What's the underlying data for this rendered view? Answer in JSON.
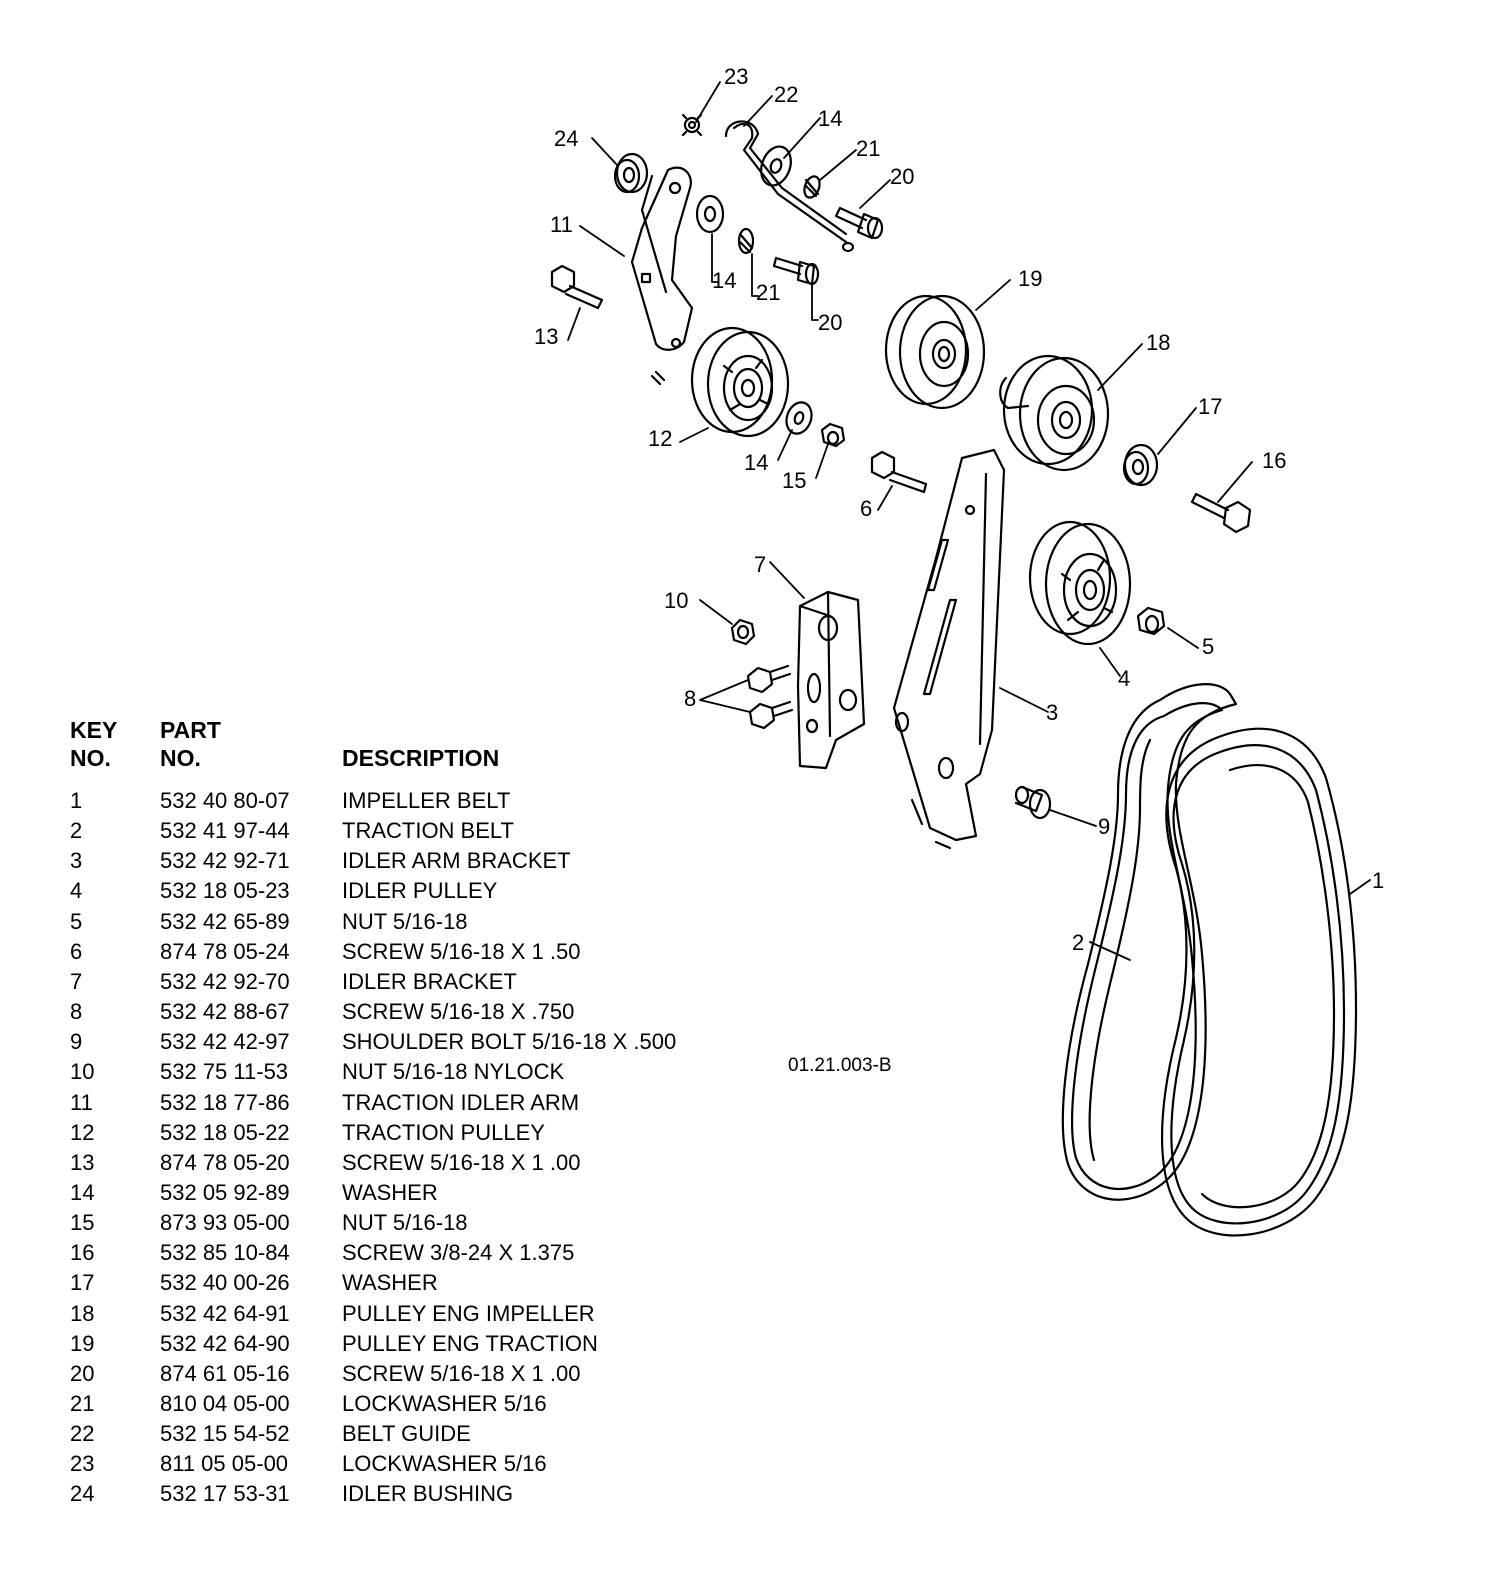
{
  "table": {
    "headers": {
      "key_line1": "KEY",
      "key_line2": "NO.",
      "part_line1": "PART",
      "part_line2": "NO.",
      "description": "DESCRIPTION"
    },
    "rows": [
      {
        "key": "1",
        "part": "532 40 80-07",
        "description": "IMPELLER BELT"
      },
      {
        "key": "2",
        "part": "532 41 97-44",
        "description": "TRACTION BELT"
      },
      {
        "key": "3",
        "part": "532 42 92-71",
        "description": "IDLER ARM BRACKET"
      },
      {
        "key": "4",
        "part": "532 18 05-23",
        "description": "IDLER PULLEY"
      },
      {
        "key": "5",
        "part": "532 42 65-89",
        "description": "NUT 5/16-18"
      },
      {
        "key": "6",
        "part": "874 78 05-24",
        "description": "SCREW 5/16-18 X 1 .50"
      },
      {
        "key": "7",
        "part": "532 42 92-70",
        "description": "IDLER BRACKET"
      },
      {
        "key": "8",
        "part": "532 42 88-67",
        "description": "SCREW 5/16-18 X .750"
      },
      {
        "key": "9",
        "part": "532 42 42-97",
        "description": "SHOULDER BOLT 5/16-18 X .500"
      },
      {
        "key": "10",
        "part": "532 75 11-53",
        "description": "NUT 5/16-18 NYLOCK"
      },
      {
        "key": "11",
        "part": "532 18 77-86",
        "description": "TRACTION IDLER ARM"
      },
      {
        "key": "12",
        "part": "532 18 05-22",
        "description": "TRACTION PULLEY"
      },
      {
        "key": "13",
        "part": "874 78 05-20",
        "description": "SCREW 5/16-18 X 1 .00"
      },
      {
        "key": "14",
        "part": "532 05 92-89",
        "description": "WASHER"
      },
      {
        "key": "15",
        "part": "873 93 05-00",
        "description": "NUT 5/16-18"
      },
      {
        "key": "16",
        "part": "532 85 10-84",
        "description": "SCREW 3/8-24 X 1.375"
      },
      {
        "key": "17",
        "part": "532 40 00-26",
        "description": "WASHER"
      },
      {
        "key": "18",
        "part": "532 42 64-91",
        "description": "PULLEY ENG IMPELLER"
      },
      {
        "key": "19",
        "part": "532 42 64-90",
        "description": "PULLEY ENG TRACTION"
      },
      {
        "key": "20",
        "part": "874 61 05-16",
        "description": "SCREW 5/16-18 X 1 .00"
      },
      {
        "key": "21",
        "part": "810 04 05-00",
        "description": "LOCKWASHER 5/16"
      },
      {
        "key": "22",
        "part": "532 15 54-52",
        "description": "BELT GUIDE"
      },
      {
        "key": "23",
        "part": "811 05 05-00",
        "description": "LOCKWASHER 5/16"
      },
      {
        "key": "24",
        "part": "532 17 53-31",
        "description": "IDLER BUSHING"
      }
    ]
  },
  "diagram": {
    "id": "01.21.003-B",
    "callouts": [
      "23",
      "22",
      "14",
      "21",
      "20",
      "24",
      "11",
      "14",
      "21",
      "20",
      "13",
      "19",
      "18",
      "17",
      "16",
      "12",
      "14",
      "15",
      "6",
      "7",
      "10",
      "8",
      "5",
      "4",
      "3",
      "9",
      "1",
      "2"
    ]
  }
}
